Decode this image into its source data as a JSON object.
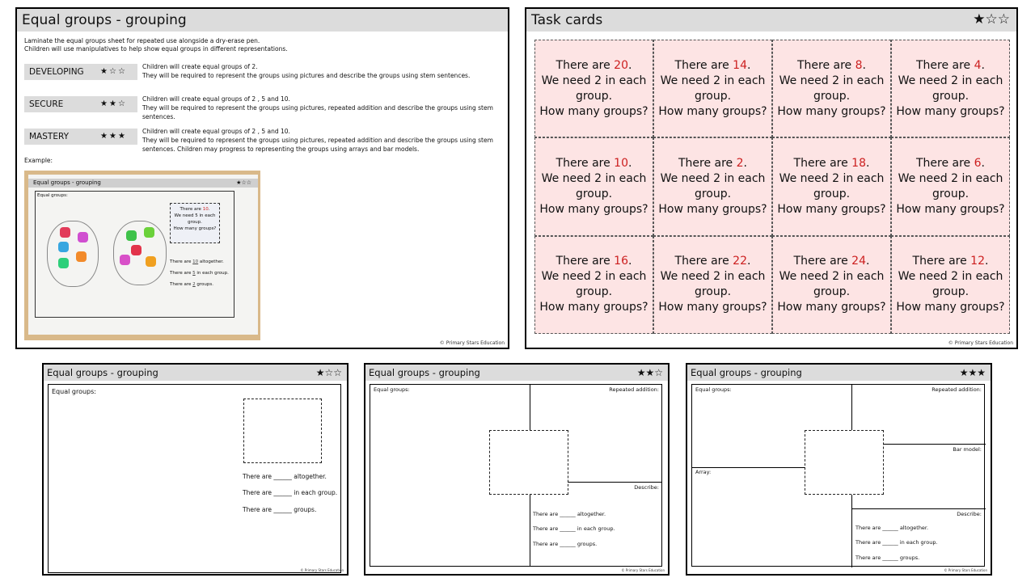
{
  "slide1": {
    "title": "Equal groups - grouping",
    "intro": [
      "Laminate the equal groups sheet for repeated use alongside a dry-erase pen.",
      "Children will use manipulatives to help show equal groups in different representations."
    ],
    "levels": [
      {
        "label": "DEVELOPING",
        "stars": 1,
        "lines": [
          "Children will create equal groups of 2.",
          "They will be required to represent the groups using pictures and describe the groups using stem sentences."
        ]
      },
      {
        "label": "SECURE",
        "stars": 2,
        "lines": [
          "Children will create equal groups of 2 , 5 and 10.",
          "They will be required to represent the groups using pictures, repeated addition and describe the groups using stem sentences."
        ]
      },
      {
        "label": "MASTERY",
        "stars": 3,
        "lines": [
          "Children will create equal groups of 2 , 5 and 10.",
          "They will be required to represent the groups using pictures, repeated addition and describe the groups using stem sentences. Children may progress to representing the groups using arrays and bar models."
        ]
      }
    ],
    "example_label": "Example:",
    "photo": {
      "title": "Equal groups - grouping",
      "equal_groups": "Equal groups:",
      "card": {
        "pre": "There are ",
        "num": "10",
        "post": ".",
        "l2": "We need 5 in each",
        "l3": "group.",
        "l4": "How many groups?"
      },
      "lines": [
        {
          "pre": "There are ",
          "val": "10",
          "post": " altogether."
        },
        {
          "pre": "There are ",
          "val": "5",
          "post": " in each group."
        },
        {
          "pre": "There are ",
          "val": "2",
          "post": " groups."
        }
      ]
    },
    "footer": "© Primary Stars Education"
  },
  "slide2": {
    "title": "Task cards",
    "stars": 1,
    "cards": [
      {
        "num": "20"
      },
      {
        "num": "14"
      },
      {
        "num": "8"
      },
      {
        "num": "4"
      },
      {
        "num": "10"
      },
      {
        "num": "2"
      },
      {
        "num": "18"
      },
      {
        "num": "6"
      },
      {
        "num": "16"
      },
      {
        "num": "22"
      },
      {
        "num": "24"
      },
      {
        "num": "12"
      }
    ],
    "card_pre": "There are ",
    "card_post": ".",
    "line2": "We need 2 in each",
    "line3": "group.",
    "line4": "How many groups?",
    "footer": "© Primary Stars Education"
  },
  "templates": {
    "title": "Equal groups - grouping",
    "equal_groups": "Equal groups:",
    "repeated_addition": "Repeated addition:",
    "describe": "Describe:",
    "bar_model": "Bar model:",
    "array": "Array:",
    "s1": "There are ______ altogether.",
    "s2": "There are ______ in each group.",
    "s3": "There are ______ groups.",
    "footer": "© Primary Stars Education"
  },
  "icons": {
    "star_filled": "★",
    "star_empty": "☆"
  },
  "colors": {
    "header": "#dcdcdc",
    "card_bg": "#fde4e4",
    "number": "#cc1f1f"
  }
}
